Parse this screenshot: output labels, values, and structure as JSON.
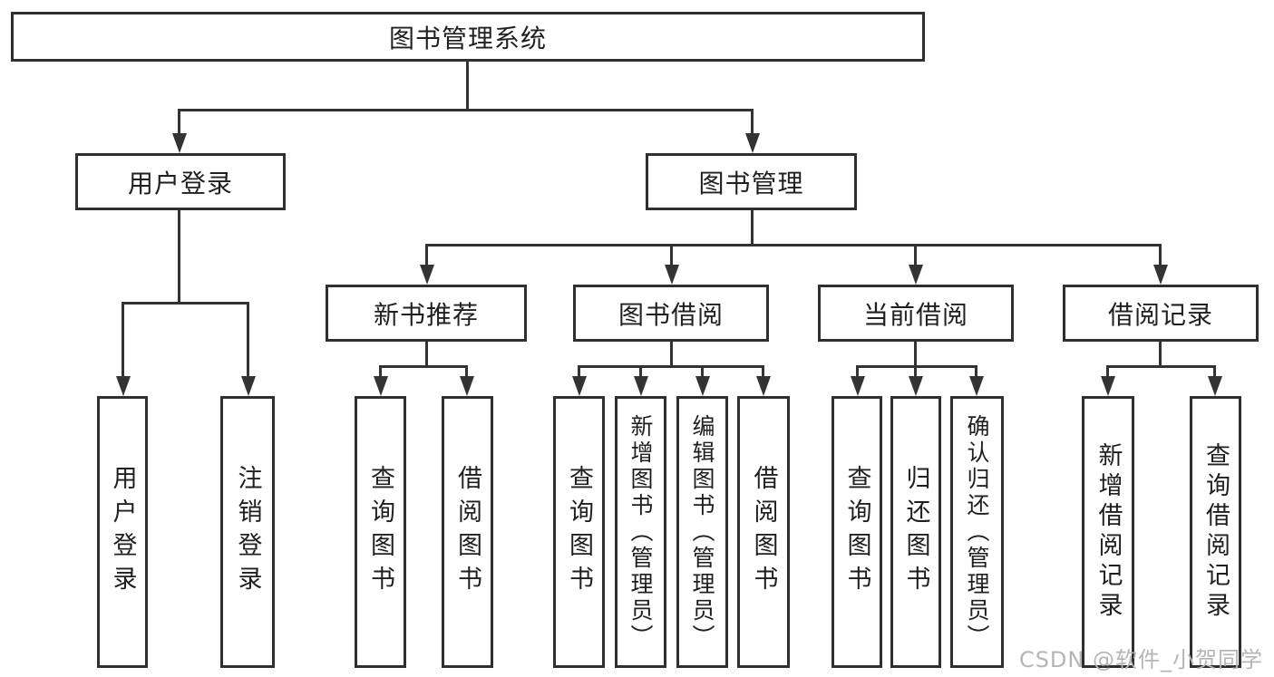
{
  "root": {
    "label": "图书管理系统"
  },
  "user_branch": {
    "label": "用户登录",
    "children": [
      {
        "label": "用户登录"
      },
      {
        "label": "注销登录"
      }
    ]
  },
  "book_branch": {
    "label": "图书管理",
    "groups": [
      {
        "label": "新书推荐",
        "children": [
          {
            "label": "查询图书"
          },
          {
            "label": "借阅图书"
          }
        ]
      },
      {
        "label": "图书借阅",
        "children": [
          {
            "label": "查询图书"
          },
          {
            "label": "新增图书（管理员）"
          },
          {
            "label": "编辑图书（管理员）"
          },
          {
            "label": "借阅图书"
          }
        ]
      },
      {
        "label": "当前借阅",
        "children": [
          {
            "label": "查询图书"
          },
          {
            "label": "归还图书"
          },
          {
            "label": "确认归还（管理员）"
          }
        ]
      },
      {
        "label": "借阅记录",
        "children": [
          {
            "label": "新增借阅记录"
          },
          {
            "label": "查询借阅记录"
          }
        ]
      }
    ]
  },
  "watermark": "CSDN @软件_小贺同学"
}
